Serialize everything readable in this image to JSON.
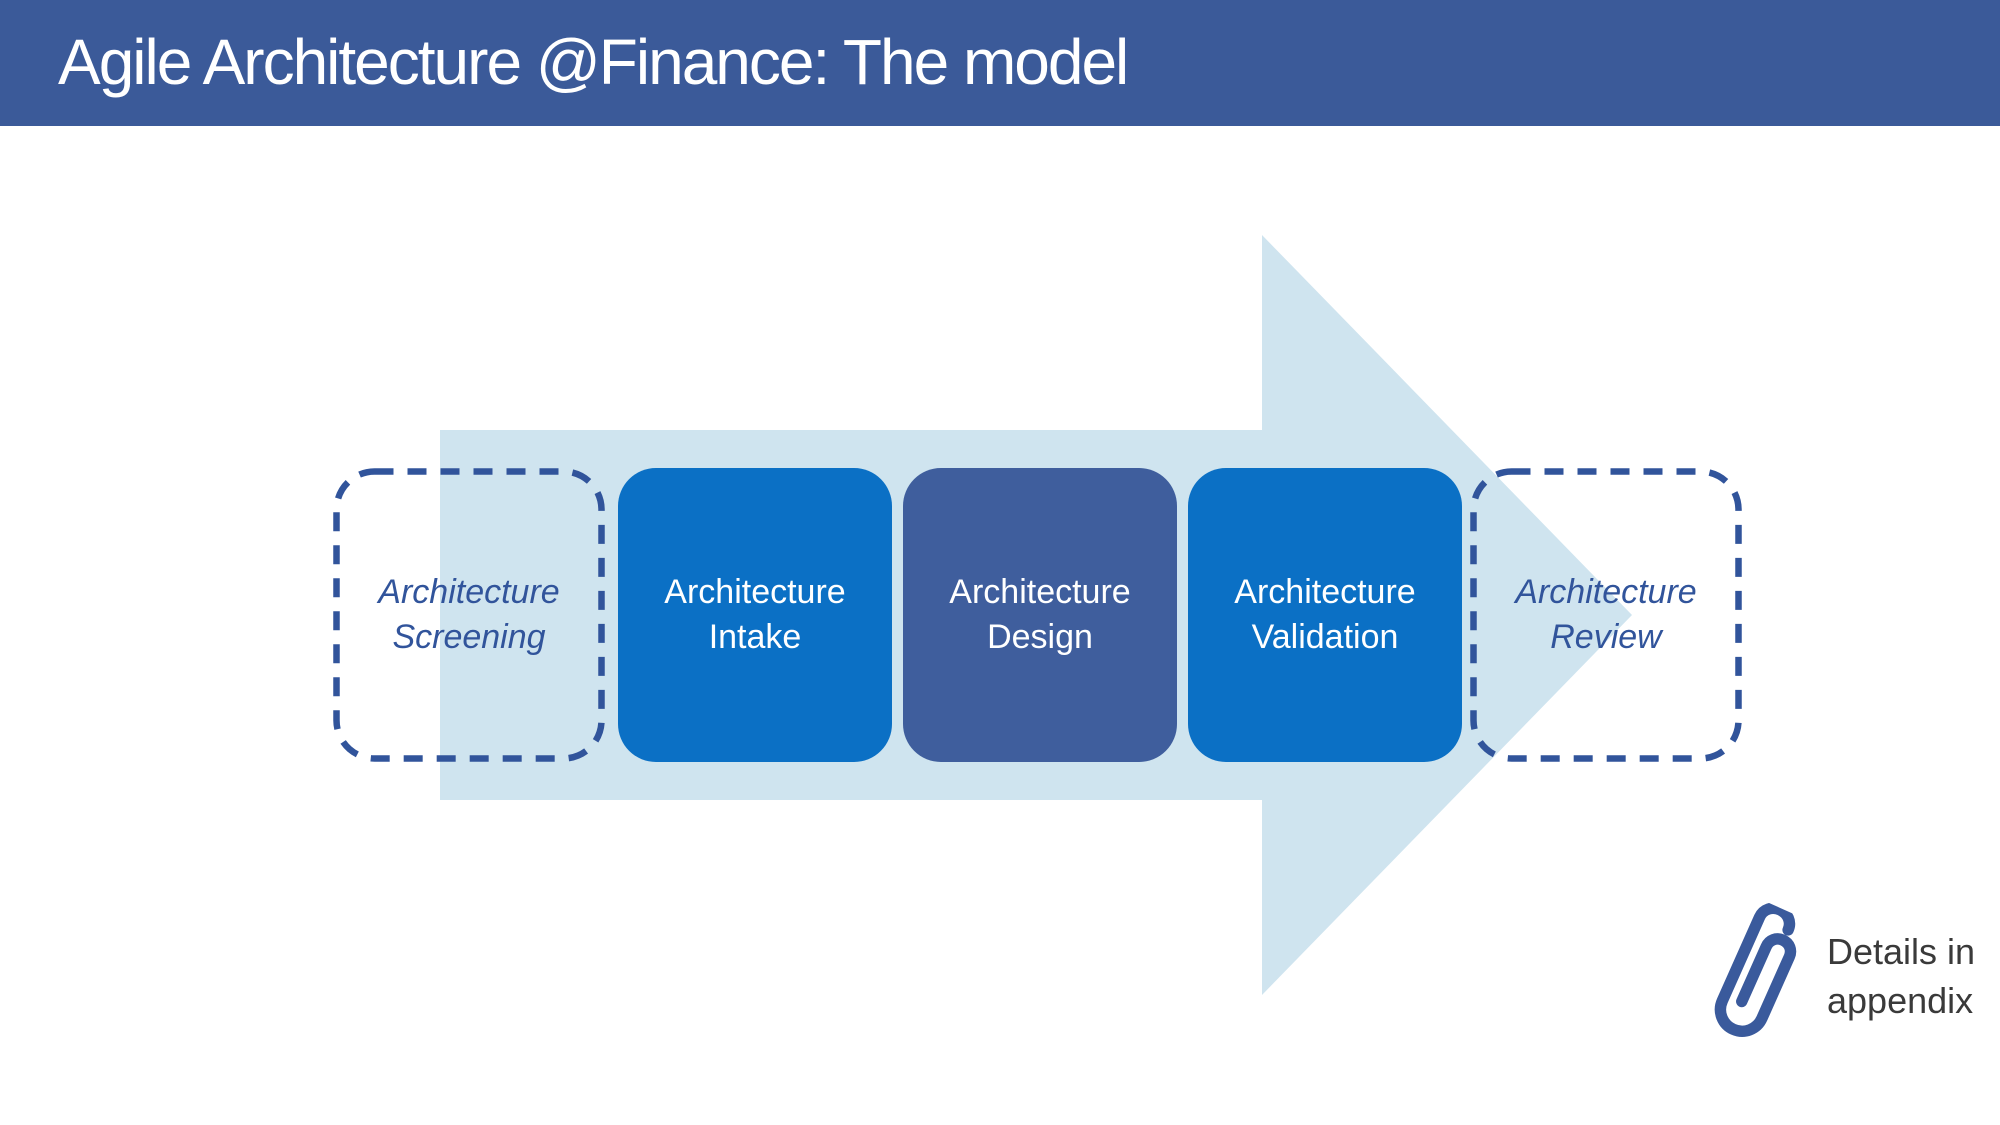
{
  "header": {
    "title": "Agile Architecture @Finance: The model",
    "bg_color": "#3B5A99",
    "text_color": "#FFFFFF"
  },
  "process": {
    "arrow_color": "#CFE4EF",
    "dashed_outline_color": "#31549B",
    "bright_box_color": "#0B70C5",
    "dark_box_color": "#3F5E9D",
    "box_text_color": "#FFFFFF",
    "steps": [
      {
        "line1": "Architecture",
        "line2": "Screening",
        "variant": "dashed"
      },
      {
        "line1": "Architecture",
        "line2": "Intake",
        "variant": "solid-bright"
      },
      {
        "line1": "Architecture",
        "line2": "Design",
        "variant": "solid-dark"
      },
      {
        "line1": "Architecture",
        "line2": "Validation",
        "variant": "solid-bright"
      },
      {
        "line1": "Architecture",
        "line2": "Review",
        "variant": "dashed"
      }
    ]
  },
  "footnote": {
    "icon": "paperclip-icon",
    "icon_color": "#3A5A9C",
    "line1": "Details in",
    "line2": "appendix",
    "text_color": "#3A3A3A"
  }
}
